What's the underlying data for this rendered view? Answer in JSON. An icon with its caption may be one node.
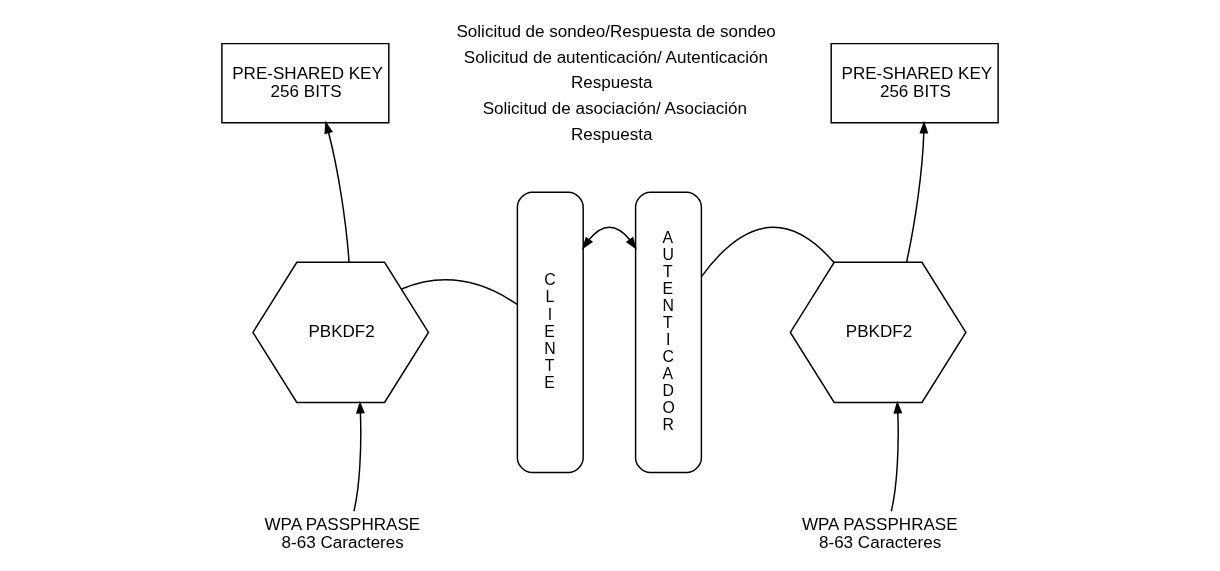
{
  "diagram": {
    "nodes": [
      {
        "text": [
          "PRE-SHARED KEY 256 BITS"
        ]
      },
      {
        "text": [
          "PBKDF2"
        ]
      },
      {
        "text": [
          "WPA PASSPHRASE 8-63 Caracteres"
        ]
      },
      {
        "text": [
          "CLIENTE"
        ]
      },
      {
        "text": [
          "AUTENTICADOR"
        ]
      },
      {
        "text": [
          "PRE-SHARED KEY 256 BITS"
        ]
      },
      {
        "text": [
          "PBKDF2"
        ]
      },
      {
        "text": [
          "WPA PASSPHRASE 8-63 Caracteres"
        ]
      }
    ],
    "edges": [
      {
        "from": 1,
        "to": 0,
        "arrow": "to"
      },
      {
        "from": 2,
        "to": 1,
        "arrow": "to"
      },
      {
        "from": 1,
        "to": 3,
        "arrow": "none"
      },
      {
        "from": 3,
        "to": 4,
        "arrow": "both"
      },
      {
        "from": 4,
        "to": 6,
        "arrow": "none"
      },
      {
        "from": 6,
        "to": 5,
        "arrow": "to"
      },
      {
        "from": 7,
        "to": 6,
        "arrow": "to"
      }
    ],
    "labels": [
      "Solicitud de sondeo/Respuesta de sondeo",
      "Solicitud de autenticación/ Autenticación",
      "Respuesta",
      "Solicitud de asociación/ Asociación",
      "Respuesta"
    ]
  }
}
